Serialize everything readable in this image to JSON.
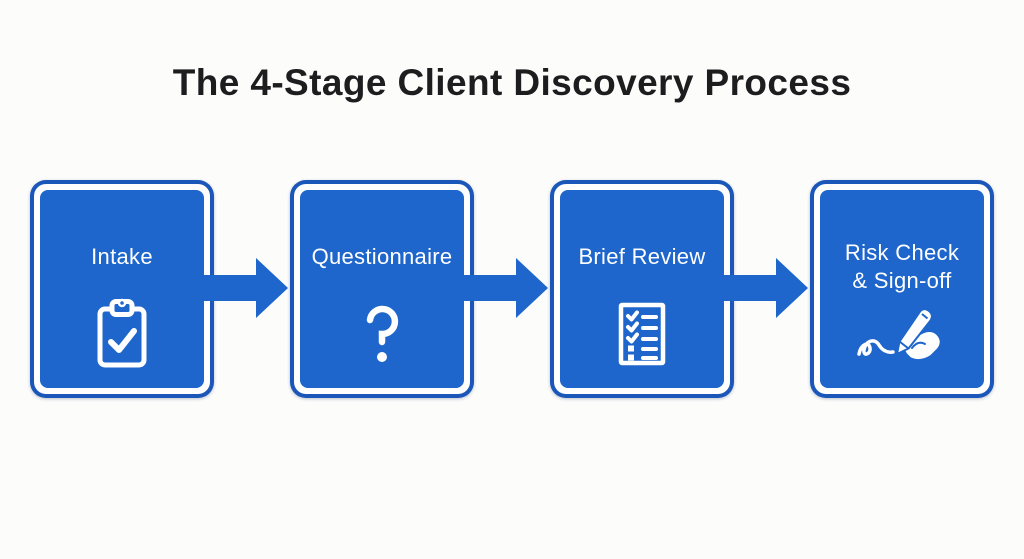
{
  "title": "The 4-Stage Client Discovery Process",
  "colors": {
    "background": "#fcfcfb",
    "box_fill": "#1e66cb",
    "box_outer_border": "#1a57b8",
    "box_inner_ring": "#ffffff",
    "arrow": "#1e66cb",
    "title_text": "#1d1d1f",
    "label_text": "#ffffff"
  },
  "stages": [
    {
      "label": "Intake",
      "icon": "clipboard-check-icon"
    },
    {
      "label": "Questionnaire",
      "icon": "question-mark-icon"
    },
    {
      "label": "Brief Review",
      "icon": "checklist-icon"
    },
    {
      "label": "Risk Check & Sign-off",
      "label_lines": [
        "Risk Check",
        "& Sign-off"
      ],
      "icon": "signature-hand-icon"
    }
  ],
  "connectors": [
    {
      "from": "Intake",
      "to": "Questionnaire",
      "style": "arrow-right"
    },
    {
      "from": "Questionnaire",
      "to": "Brief Review",
      "style": "arrow-right"
    },
    {
      "from": "Brief Review",
      "to": "Risk Check & Sign-off",
      "style": "arrow-right"
    }
  ]
}
